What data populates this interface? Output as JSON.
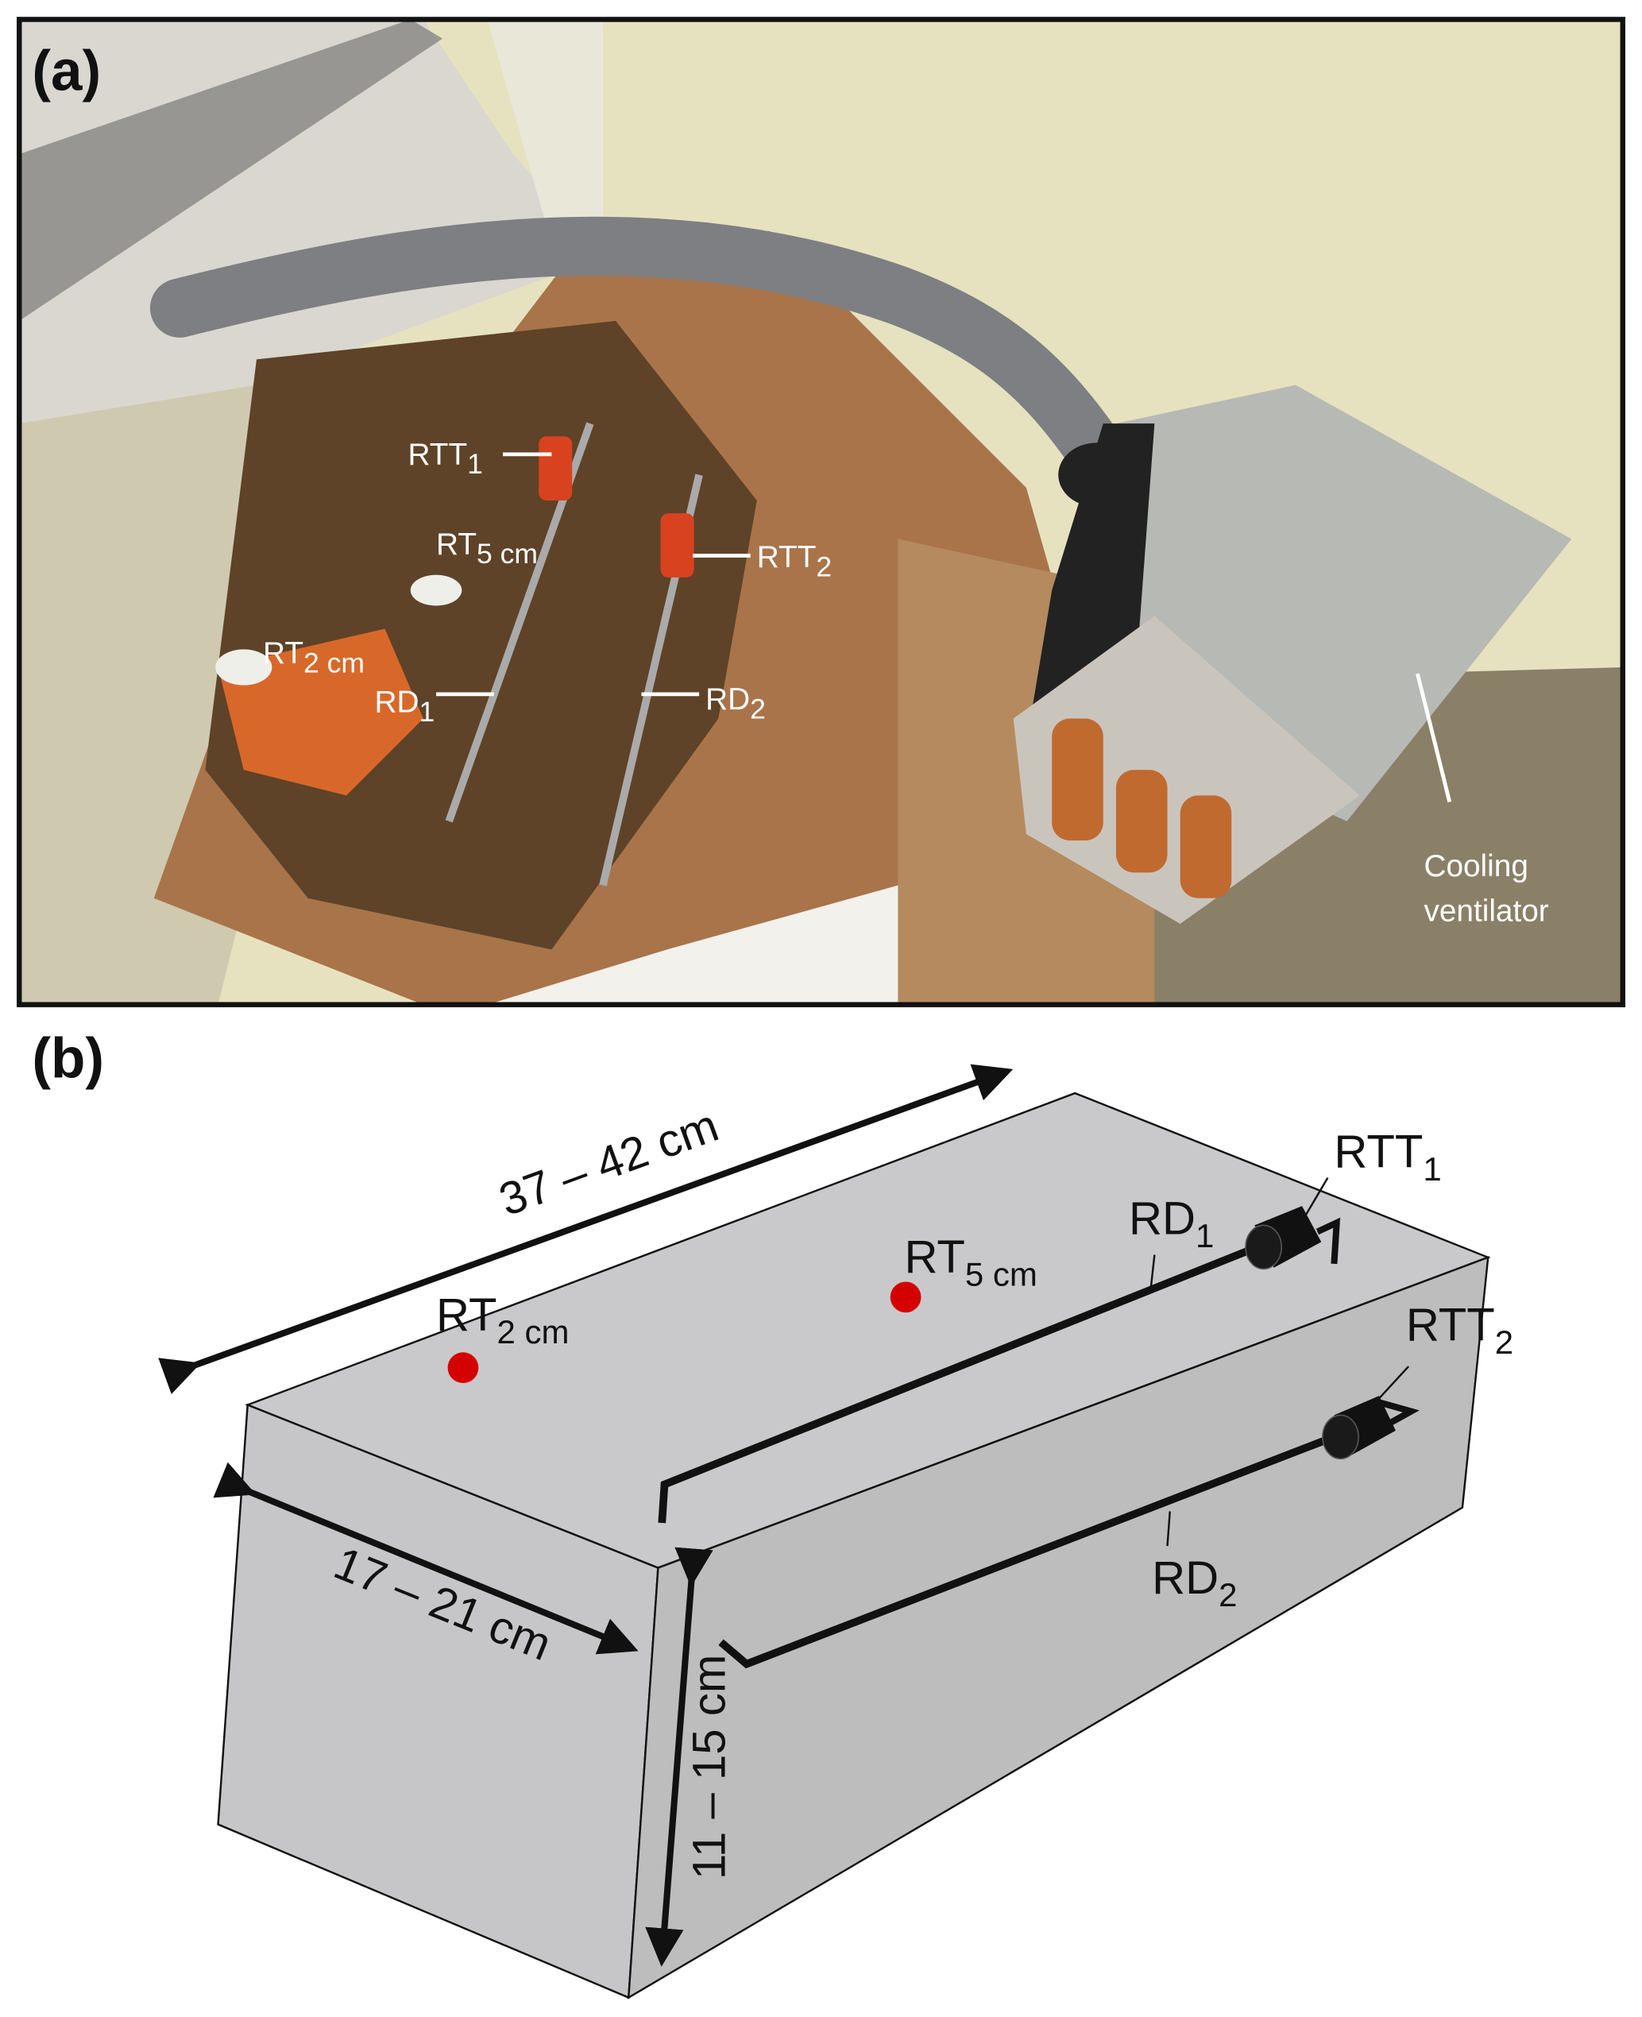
{
  "panel_a": {
    "label": "(a)",
    "labels": {
      "rtt1": {
        "main": "RTT",
        "sub": "1"
      },
      "rt5": {
        "main": "RT",
        "sub": "5 cm"
      },
      "rtt2": {
        "main": "RTT",
        "sub": "2"
      },
      "rt2": {
        "main": "RT",
        "sub": "2 cm"
      },
      "rd1": {
        "main": "RD",
        "sub": "1"
      },
      "rd2": {
        "main": "RD",
        "sub": "2"
      },
      "cooling_line1": "Cooling",
      "cooling_line2": "ventilator"
    }
  },
  "panel_b": {
    "label": "(b)",
    "dims": {
      "length": "37 – 42 cm",
      "width": "17 – 21 cm",
      "height": "11 – 15 cm"
    },
    "labels": {
      "rt2": {
        "main": "RT",
        "sub": "2 cm"
      },
      "rt5": {
        "main": "RT",
        "sub": "5 cm"
      },
      "rd1": {
        "main": "RD",
        "sub": "1"
      },
      "rtt1": {
        "main": "RTT",
        "sub": "1"
      },
      "rtt2": {
        "main": "RTT",
        "sub": "2"
      },
      "rd2": {
        "main": "RD",
        "sub": "2"
      }
    },
    "colors": {
      "sensor": "#d40000",
      "block_top": "#c9c9cb",
      "block_side": "#bdbdbd"
    }
  }
}
